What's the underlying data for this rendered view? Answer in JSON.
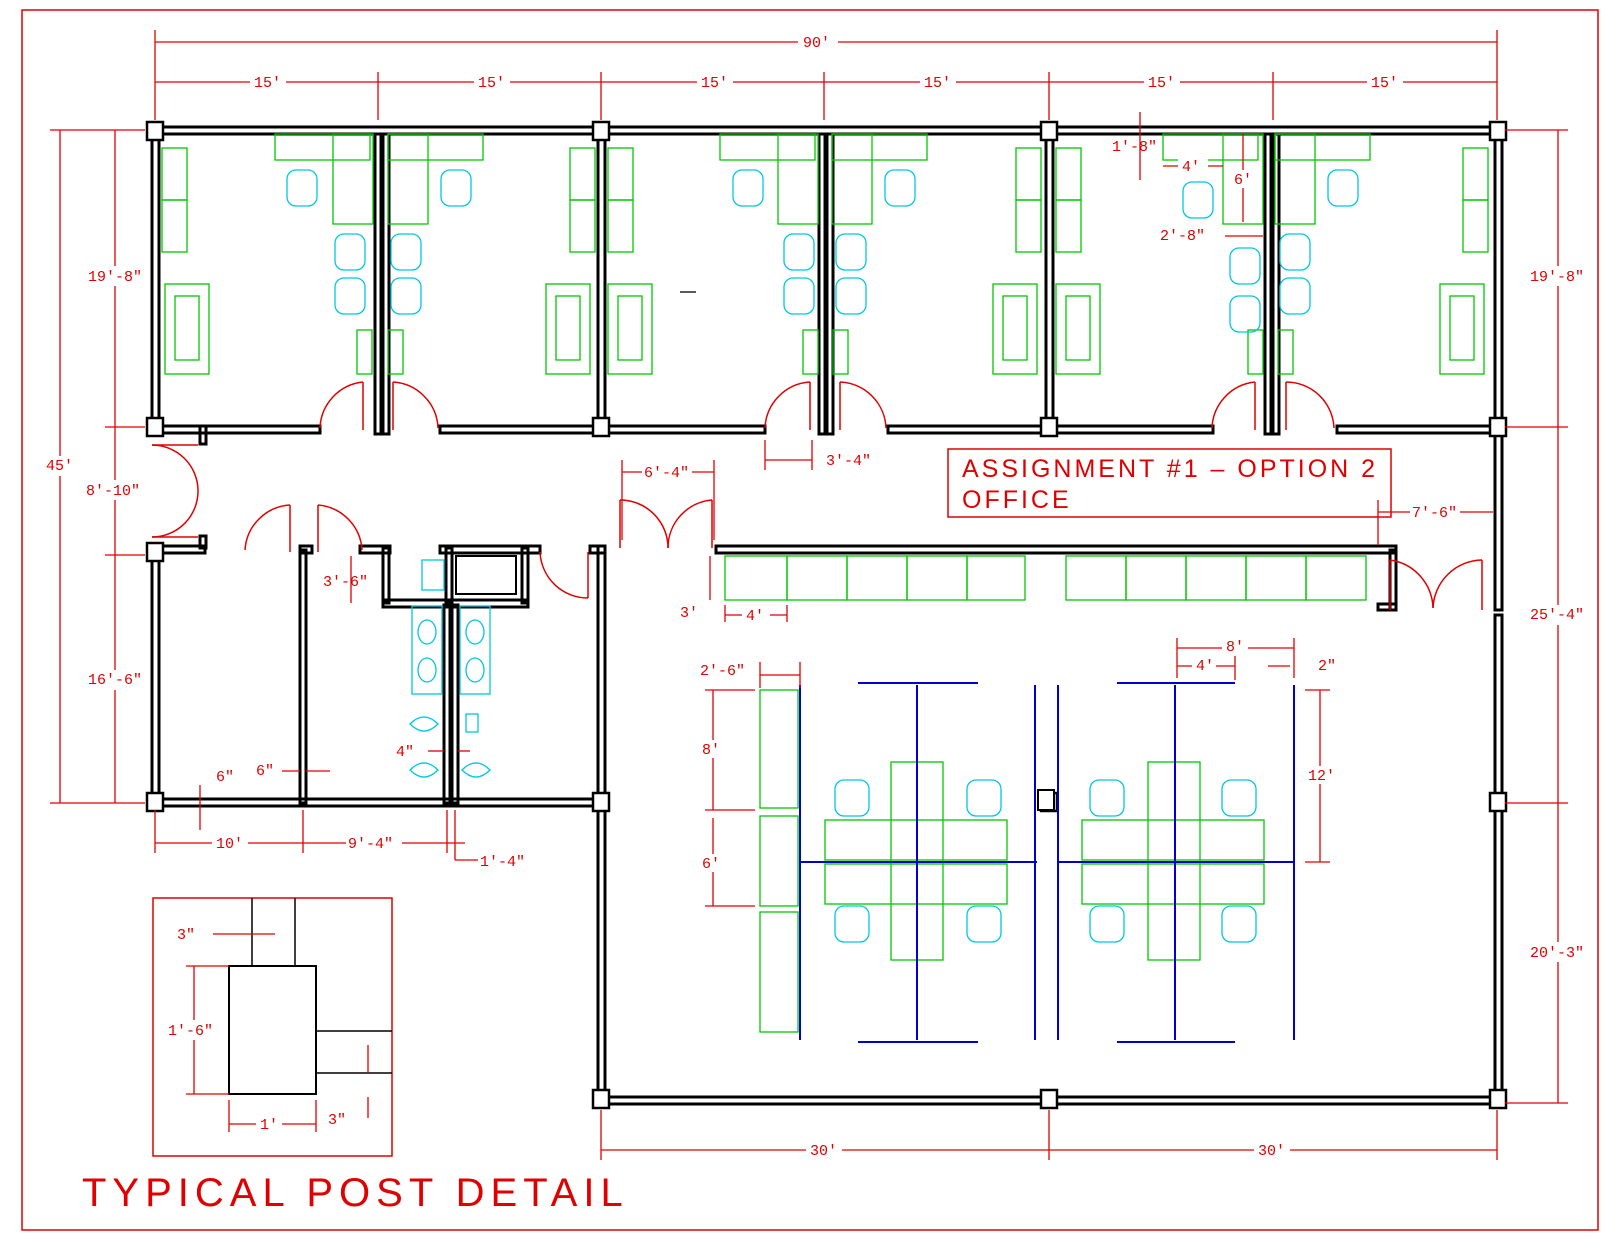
{
  "title_block": {
    "line1": "ASSIGNMENT #1 – OPTION 2",
    "line2": "OFFICE"
  },
  "detail_title": "TYPICAL POST DETAIL",
  "colors": {
    "walls": "#000000",
    "dimensions": "#e00000",
    "furniture": "#00c800",
    "chairs": "#00c8e0",
    "panels": "#0000d0"
  },
  "dimensions": {
    "overall_width": "90'",
    "bay": "15'",
    "left_top": "19'-8\"",
    "left_overall": "45'",
    "left_corridor": "8'-10\"",
    "left_bottom": "16'-6\"",
    "right_top": "19'-8\"",
    "right_mid": "25'-4\"",
    "right_bottom": "20'-3\"",
    "bottom_left": "30'",
    "bottom_right": "30'",
    "door_3_4": "3'-4\"",
    "door_6_4": "6'-4\"",
    "door_7_6": "7'-6\"",
    "desk_1_8": "1'-8\"",
    "desk_4": "4'",
    "desk_6": "6'",
    "chair_2_8": "2'-8\"",
    "rest_3_6": "3'-6\"",
    "file_3": "3'",
    "file_4": "4'",
    "cab_2_6": "2'-6\"",
    "cab_8": "8'",
    "cab_6": "6'",
    "ws_8": "8'",
    "ws_4": "4'",
    "ws_2": "2\"",
    "ws_12": "12'",
    "wall_6a": "6\"",
    "wall_6b": "6\"",
    "wall_4": "4\"",
    "room_10": "10'",
    "room_9_4": "9'-4\"",
    "room_1_4": "1'-4\"",
    "post_3a": "3\"",
    "post_1_6": "1'-6\"",
    "post_1": "1'",
    "post_3b": "3\""
  }
}
